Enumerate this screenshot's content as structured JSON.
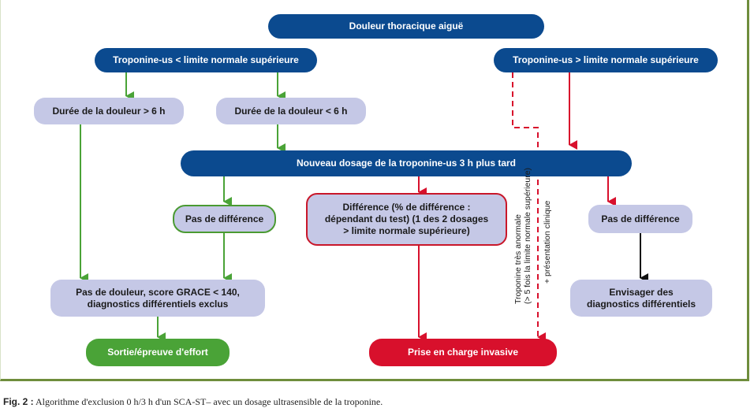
{
  "nodes": {
    "root": "Douleur thoracique aiguë",
    "tn_low": "Troponine-us < limite normale supérieure",
    "tn_high": "Troponine-us > limite normale supérieure",
    "duration_gt6": "Durée de la douleur > 6 h",
    "duration_lt6": "Durée de la douleur < 6 h",
    "redosage": "Nouveau dosage de la troponine-us 3 h plus tard",
    "no_diff_left": "Pas de différence",
    "difference_line1": "Différence (% de différence :",
    "difference_line2": "dépendant du test) (1 des 2 dosages",
    "difference_line3": "> limite normale supérieure)",
    "no_diff_right": "Pas de différence",
    "no_pain_line1": "Pas de douleur, score GRACE < 140,",
    "no_pain_line2": "diagnostics différentiels exclus",
    "consider_line1": "Envisager des",
    "consider_line2": "diagnostics différentiels",
    "discharge": "Sortie/épreuve d'effort",
    "invasive": "Prise en charge invasive"
  },
  "side_labels": {
    "very_abnormal_line1": "Troponine très anormale",
    "very_abnormal_line2": "(> 5 fois la limite normale supérieure)",
    "clinical": "+ présentation clinique"
  },
  "caption": {
    "label": "Fig. 2 :",
    "text": "Algorithme d'exclusion 0 h/3 h d'un SCA-ST– avec un dosage ultrasensible de la troponine."
  },
  "colors": {
    "navy": "#0b4a8f",
    "lavender": "#c5c8e6",
    "green": "#4aa337",
    "red": "#d8102c",
    "frame": "#6f8d3c"
  }
}
